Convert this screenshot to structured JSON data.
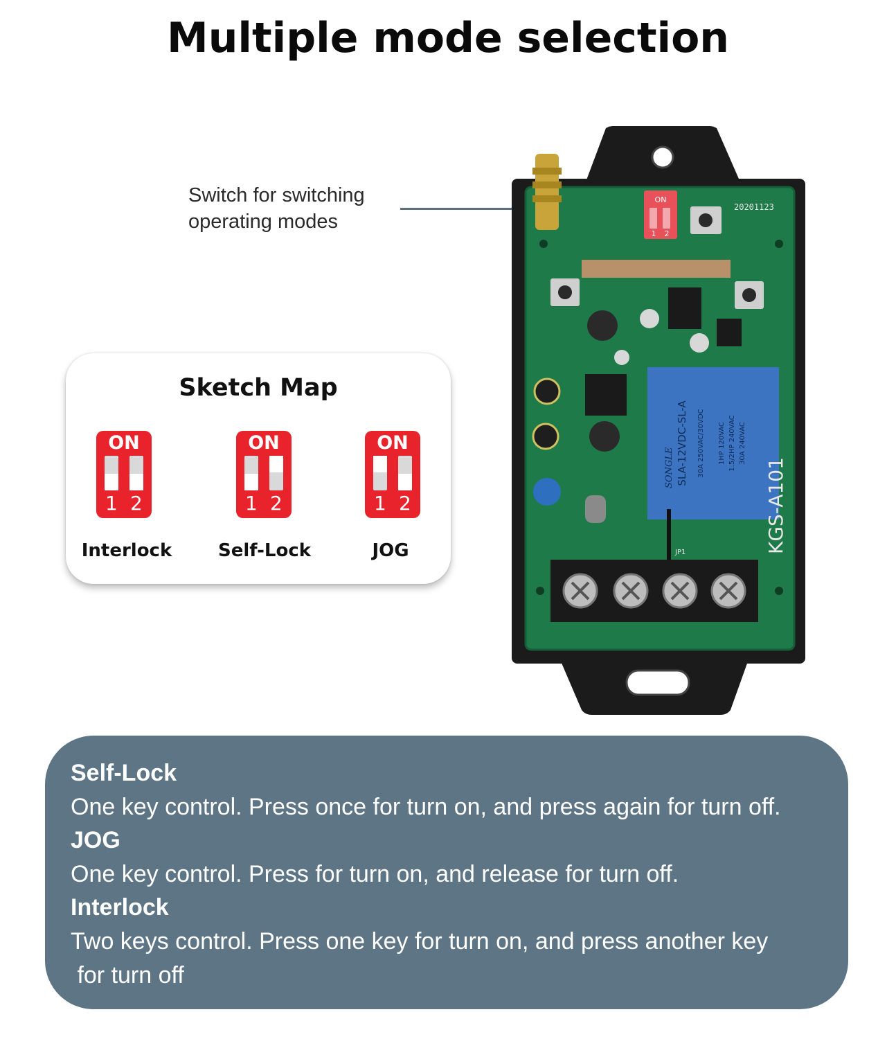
{
  "header": {
    "title": "Multiple mode selection"
  },
  "callout": {
    "line1": "Switch for switching",
    "line2": "operating modes"
  },
  "device": {
    "model": "KGS-A101",
    "date_code": "20201123",
    "dip_on": "ON",
    "dip_num1": "1",
    "dip_num2": "2",
    "relay_brand": "SONGLE",
    "relay_model": "SLA-12VDC-SL-A",
    "relay_rating1": "30A 250VAC/30VDC",
    "relay_rating2": "1HP 120VAC",
    "relay_rating3": "1.5/2HP 240VAC",
    "relay_rating4": "30A 240VAC",
    "terminal_label": "JP1",
    "colors": {
      "pcb": "#1f7a4a",
      "case": "#1b1b1b",
      "relay": "#3c74c2",
      "dip": "#e8505a"
    }
  },
  "sketch_map": {
    "title": "Sketch Map",
    "switches": [
      {
        "label": "Interlock",
        "on": "ON",
        "n1": "1",
        "n2": "2"
      },
      {
        "label": "Self-Lock",
        "on": "ON",
        "n1": "1",
        "n2": "2"
      },
      {
        "label": "JOG",
        "on": "ON",
        "n1": "1",
        "n2": "2"
      }
    ],
    "colors": {
      "switch": "#e8232b"
    }
  },
  "modes": [
    {
      "name": "Self-Lock",
      "desc": "One key control. Press once for turn on, and press again for turn off."
    },
    {
      "name": "JOG",
      "desc": "One key control. Press for turn on, and release for turn off."
    },
    {
      "name": "Interlock",
      "desc": "Two keys control. Press one key for turn on, and press another key",
      "desc2": " for turn off"
    }
  ]
}
